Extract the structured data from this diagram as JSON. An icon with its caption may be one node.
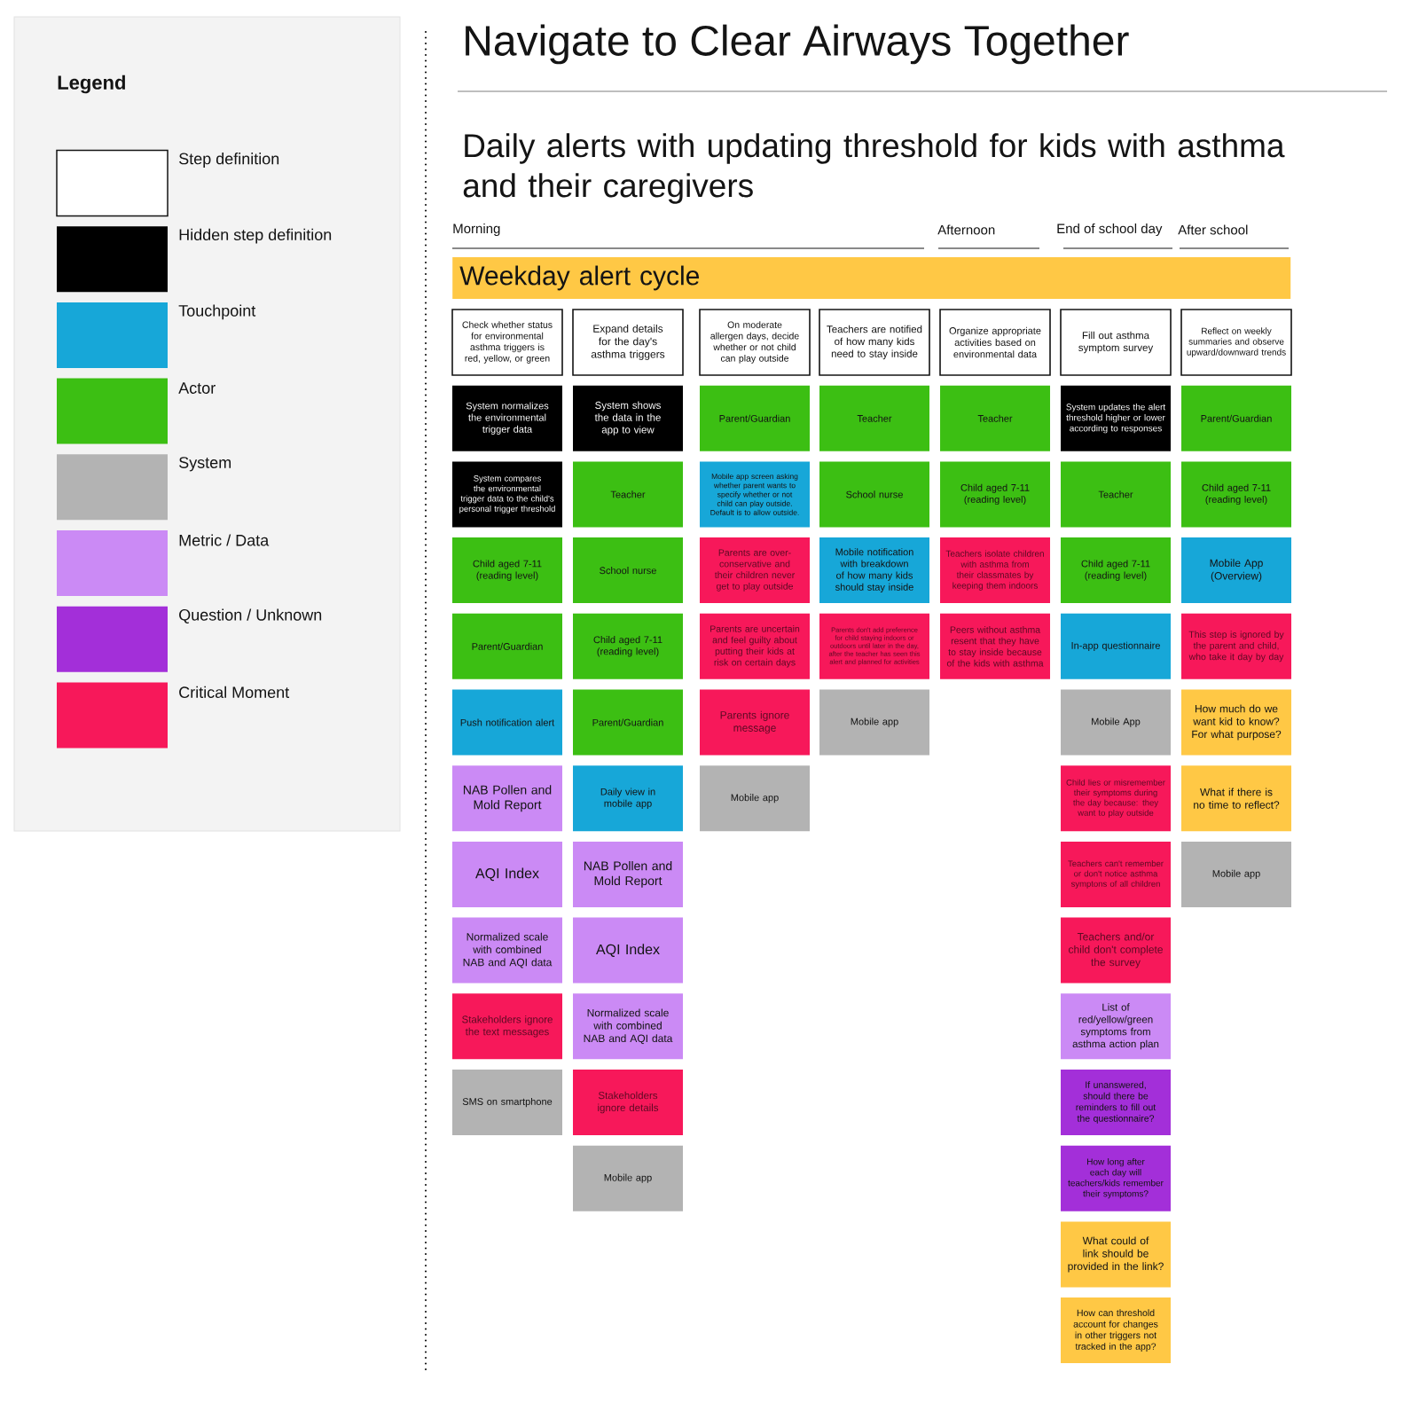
{
  "diagram": {
    "title": "Navigate to Clear Airways Together",
    "nodes": [
      {
        "text": [
          "Weekday alert cycle"
        ]
      },
      {
        "text": [
          "Check whether status for environmental asthma triggers is red, yellow, or green"
        ]
      },
      {
        "text": [
          "System normalizes the environmental trigger data"
        ]
      },
      {
        "text": [
          "System compares the environmental trigger data to the child's personal trigger threshold"
        ]
      },
      {
        "text": [
          "Child aged 7-11 (reading level)"
        ]
      },
      {
        "text": [
          "Parent/Guardian"
        ]
      },
      {
        "text": [
          "Push notification alert"
        ]
      },
      {
        "text": [
          "NAB Pollen and Mold Report"
        ]
      },
      {
        "text": [
          "AQI Index"
        ]
      },
      {
        "text": [
          "Normalized scale with combined NAB and AQI data"
        ]
      },
      {
        "text": [
          "Stakeholders ignore the text messages"
        ]
      },
      {
        "text": [
          "SMS on smartphone"
        ]
      },
      {
        "text": [
          "Expand details for the day's asthma triggers"
        ]
      },
      {
        "text": [
          "System shows the data in the app to view"
        ]
      },
      {
        "text": [
          "Teacher"
        ]
      },
      {
        "text": [
          "School nurse"
        ]
      },
      {
        "text": [
          "Child aged 7-11 (reading level)"
        ]
      },
      {
        "text": [
          "Parent/Guardian"
        ]
      },
      {
        "text": [
          "Daily view in mobile app"
        ]
      },
      {
        "text": [
          "NAB Pollen and Mold Report"
        ]
      },
      {
        "text": [
          "AQI Index"
        ]
      },
      {
        "text": [
          "Normalized scale with combined NAB and AQI data"
        ]
      },
      {
        "text": [
          "Stakeholders ignore details"
        ]
      },
      {
        "text": [
          "Mobile app"
        ]
      },
      {
        "text": [
          "On moderate allergen days, decide whether or not child can play outside"
        ]
      },
      {
        "text": [
          "Parent/Guardian"
        ]
      },
      {
        "text": [
          "Mobile app screen asking whether parent wants to specify whether or not child can play outside. Default is to allow outside."
        ]
      },
      {
        "text": [
          "Parents are over-conservative and their children never get to play outside"
        ]
      },
      {
        "text": [
          "Parents are uncertain and feel guilty about putting their kids at risk on certain days"
        ]
      },
      {
        "text": [
          "Parents ignore message"
        ]
      },
      {
        "text": [
          "Mobile app"
        ]
      },
      {
        "text": [
          "Teachers are notified of how many kids need to stay inside"
        ]
      },
      {
        "text": [
          "Teacher"
        ]
      },
      {
        "text": [
          "School nurse"
        ]
      },
      {
        "text": [
          "Mobile notification with breakdown of how many kids should stay inside"
        ]
      },
      {
        "text": [
          "Parents don't add preference for child staying indoors or outdoors until later in the day, after the teacher has seen this alert and planned for activities"
        ]
      },
      {
        "text": [
          "Mobile app"
        ]
      },
      {
        "text": [
          "Organize appropriate activities based on environmental data"
        ]
      },
      {
        "text": [
          "Teacher"
        ]
      },
      {
        "text": [
          "Child aged 7-11 (reading level)"
        ]
      },
      {
        "text": [
          "Teachers isolate children with asthma from their classmates by keeping them indoors"
        ]
      },
      {
        "text": [
          "Peers without asthma resent that they have to stay inside because of the kids with asthma"
        ]
      },
      {
        "text": [
          "Fill out asthma symptom survey"
        ]
      },
      {
        "text": [
          "System updates the alert threshold higher or lower according to responses"
        ]
      },
      {
        "text": [
          "Teacher"
        ]
      },
      {
        "text": [
          "Child aged 7-11 (reading level)"
        ]
      },
      {
        "text": [
          "In-app questionnaire"
        ]
      },
      {
        "text": [
          "Mobile App"
        ]
      },
      {
        "text": [
          "Child lies or misremember their symptoms during the day because: they want to play outside"
        ]
      },
      {
        "text": [
          "Teachers can't remember or don't notice asthma symptons of all children"
        ]
      },
      {
        "text": [
          "Teachers and/or child don't complete the survey"
        ]
      },
      {
        "text": [
          "List of red/yellow/green symptoms from asthma action plan"
        ]
      },
      {
        "text": [
          "If unanswered, should there be reminders to fill out the questionnaire?"
        ]
      },
      {
        "text": [
          "How long after each day will teachers/kids remember their symptoms?"
        ]
      },
      {
        "text": [
          "What could of link should be provided in the link?"
        ]
      },
      {
        "text": [
          "How can threshold account for changes in other triggers not tracked in the app?"
        ]
      },
      {
        "text": [
          "Reflect on weekly summaries and observe upward/downward trends"
        ]
      },
      {
        "text": [
          "Parent/Guardian"
        ]
      },
      {
        "text": [
          "Child aged 7-11 (reading level)"
        ]
      },
      {
        "text": [
          "Mobile App (Overview)"
        ]
      },
      {
        "text": [
          "This step is ignored by the parent and child, who take it day by day"
        ]
      },
      {
        "text": [
          "How much do we want kid to know? For what purpose?"
        ]
      },
      {
        "text": [
          "What if there is no time to reflect?"
        ]
      },
      {
        "text": [
          "Mobile app"
        ]
      }
    ],
    "labels": [
      "Legend",
      "Daily alerts with updating threshold for kids with asthma and their caregivers",
      "Morning",
      "Afternoon",
      "End of school day",
      "After school"
    ],
    "legend": [
      {
        "text": "Step definition",
        "color": "#ffffff"
      },
      {
        "text": "Hidden step definition",
        "color": "#000000"
      },
      {
        "text": "Touchpoint",
        "color": "#17a7d8"
      },
      {
        "text": "Actor",
        "color": "#3cbf13"
      },
      {
        "text": "System",
        "color": "#b3b3b3"
      },
      {
        "text": "Metric / Data",
        "color": "#cb8af5"
      },
      {
        "text": "Question / Unknown",
        "color": "#a32fd9"
      },
      {
        "text": "Critical Moment",
        "color": "#f7185a"
      }
    ]
  }
}
